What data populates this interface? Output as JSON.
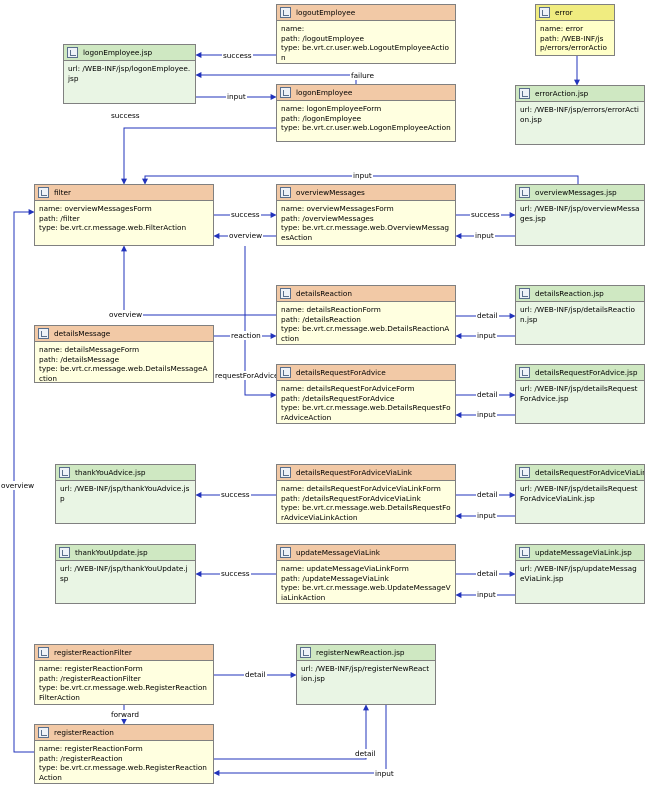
{
  "nodes": {
    "logoutEmployee": {
      "title": "logoutEmployee",
      "lines": [
        "name:",
        "path: /logoutEmployee",
        "type: be.vrt.cr.user.web.LogoutEmployeeAction"
      ]
    },
    "error": {
      "title": "error",
      "lines": [
        "name: error",
        "path: /WEB-INF/jsp/errors/errorAction"
      ]
    },
    "logonEmployeeJsp": {
      "title": "logonEmployee.jsp",
      "lines": [
        "url: /WEB-INF/jsp/logonEmployee.jsp"
      ]
    },
    "logonEmployee": {
      "title": "logonEmployee",
      "lines": [
        "name: logonEmployeeForm",
        "path: /logonEmployee",
        "type: be.vrt.cr.user.web.LogonEmployeeAction"
      ]
    },
    "errorActionJsp": {
      "title": "errorAction.jsp",
      "lines": [
        "url: /WEB-INF/jsp/errors/errorAction.jsp"
      ]
    },
    "filter": {
      "title": "filter",
      "lines": [
        "name: overviewMessagesForm",
        "path: /filter",
        "type: be.vrt.cr.message.web.FilterAction"
      ]
    },
    "overviewMessages": {
      "title": "overviewMessages",
      "lines": [
        "name: overviewMessagesForm",
        "path: /overviewMessages",
        "type: be.vrt.cr.message.web.OverviewMessagesAction"
      ]
    },
    "overviewMessagesJsp": {
      "title": "overviewMessages.jsp",
      "lines": [
        "url: /WEB-INF/jsp/overviewMessages.jsp"
      ]
    },
    "detailsReaction": {
      "title": "detailsReaction",
      "lines": [
        "name: detailsReactionForm",
        "path: /detailsReaction",
        "type: be.vrt.cr.message.web.DetailsReactionAction"
      ]
    },
    "detailsReactionJsp": {
      "title": "detailsReaction.jsp",
      "lines": [
        "url: /WEB-INF/jsp/detailsReaction.jsp"
      ]
    },
    "detailsMessage": {
      "title": "detailsMessage",
      "lines": [
        "name: detailsMessageForm",
        "path: /detailsMessage",
        "type: be.vrt.cr.message.web.DetailsMessageAction"
      ]
    },
    "detailsRequestForAdvice": {
      "title": "detailsRequestForAdvice",
      "lines": [
        "name: detailsRequestForAdviceForm",
        "path: /detailsRequestForAdvice",
        "type: be.vrt.cr.message.web.DetailsRequestForAdviceAction"
      ]
    },
    "detailsRequestForAdviceJsp": {
      "title": "detailsRequestForAdvice.jsp",
      "lines": [
        "url: /WEB-INF/jsp/detailsRequestForAdvice.jsp"
      ]
    },
    "thankYouAdviceJsp": {
      "title": "thankYouAdvice.jsp",
      "lines": [
        "url: /WEB-INF/jsp/thankYouAdvice.jsp"
      ]
    },
    "detailsRequestForAdviceViaLink": {
      "title": "detailsRequestForAdviceViaLink",
      "lines": [
        "name: detailsRequestForAdviceViaLinkForm",
        "path: /detailsRequestForAdviceViaLink",
        "type: be.vrt.cr.message.web.DetailsRequestForAdviceViaLinkAction"
      ]
    },
    "detailsRequestForAdviceViaLinkJsp": {
      "title": "detailsRequestForAdviceViaLink...",
      "lines": [
        "url: /WEB-INF/jsp/detailsRequestForAdviceViaLink.jsp"
      ]
    },
    "thankYouUpdateJsp": {
      "title": "thankYouUpdate.jsp",
      "lines": [
        "url: /WEB-INF/jsp/thankYouUpdate.jsp"
      ]
    },
    "updateMessageViaLink": {
      "title": "updateMessageViaLink",
      "lines": [
        "name: updateMessageViaLinkForm",
        "path: /updateMessageViaLink",
        "type: be.vrt.cr.message.web.UpdateMessageViaLinkAction"
      ]
    },
    "updateMessageViaLinkJsp": {
      "title": "updateMessageViaLink.jsp",
      "lines": [
        "url: /WEB-INF/jsp/updateMessageViaLink.jsp"
      ]
    },
    "registerReactionFilter": {
      "title": "registerReactionFilter",
      "lines": [
        "name: registerReactionForm",
        "path: /registerReactionFilter",
        "type: be.vrt.cr.message.web.RegisterReactionFilterAction"
      ]
    },
    "registerNewReactionJsp": {
      "title": "registerNewReaction.jsp",
      "lines": [
        "url: /WEB-INF/jsp/registerNewReaction.jsp"
      ]
    },
    "registerReaction": {
      "title": "registerReaction",
      "lines": [
        "name: registerReactionForm",
        "path: /registerReaction",
        "type: be.vrt.cr.message.web.RegisterReactionAction"
      ]
    }
  },
  "edges": {
    "logout_success": "success",
    "logon_failure": "failure",
    "logon_input": "input",
    "logon_success": "success",
    "top_input": "input",
    "filter_success": "success",
    "overview_success": "success",
    "overview_input": "input",
    "overview_back": "overview",
    "details_overview": "overview",
    "reaction": "reaction",
    "requestForAdvice": "requestForAdvice",
    "dr_detail": "detail",
    "dr_input": "input",
    "drfa_detail": "detail",
    "drfa_input": "input",
    "vl_success": "success",
    "vl_detail": "detail",
    "vl_input": "input",
    "um_success": "success",
    "um_detail": "detail",
    "um_input": "input",
    "left_overview": "overview",
    "rrf_detail": "detail",
    "forward": "forward",
    "rr_detail": "detail",
    "rr_input": "input"
  }
}
